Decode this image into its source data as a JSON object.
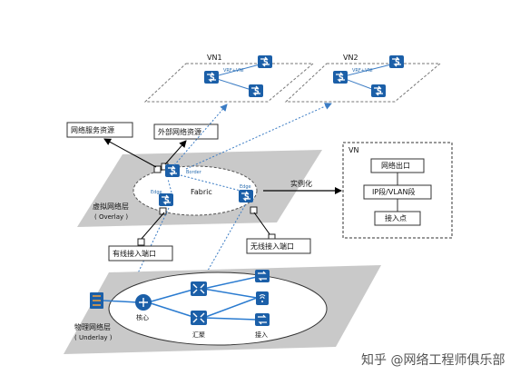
{
  "vn_panels": [
    {
      "label": "VN1",
      "vrf_label": "VRF+VNI"
    },
    {
      "label": "VN2",
      "vrf_label": "VRF+VNI"
    }
  ],
  "resources": {
    "network_service": "网络服务资源",
    "external_network": "外部网络资源"
  },
  "overlay": {
    "border_label": "Border",
    "fabric_label": "Fabric",
    "edge_label": "Edge",
    "layer_name": "虚拟网络层",
    "layer_en": "( Overlay )",
    "instantiate_label": "实例化",
    "wired_port": "有线接入端口",
    "wireless_port": "无线接入端口"
  },
  "vn_box": {
    "title": "VN",
    "items": [
      "网络出口",
      "IP段/VLAN段",
      "接入点"
    ]
  },
  "underlay": {
    "layer_name": "物理网络层",
    "layer_en": "( Underlay )",
    "core_label": "核心",
    "aggregation_label": "汇聚",
    "access_label": "接入"
  },
  "watermark": "知乎 @网络工程师俱乐部",
  "colors": {
    "switch_blue": "#1b5fa8",
    "plane_gray": "#c9c9c9",
    "arrow_blue": "#3b7cc4"
  }
}
